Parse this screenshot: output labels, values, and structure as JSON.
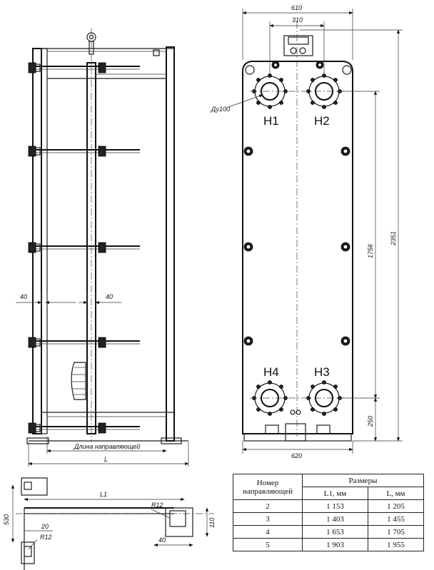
{
  "front_view": {
    "top_width": "610",
    "port_spacing": "310",
    "bottom_width": "620",
    "total_height": "2351",
    "port_vertical_spacing": "1756",
    "bottom_port_height": "250",
    "port_diameter": "Ду100",
    "ports": [
      "H1",
      "H2",
      "H3",
      "H4"
    ]
  },
  "side_view": {
    "guide_offset_left": "40",
    "guide_offset_right": "40",
    "guide_length_label": "Длина направляющей",
    "total_length_label": "L"
  },
  "guide_detail": {
    "length": "L1",
    "radius_right": "R12",
    "height_right": "110",
    "width_right": "40",
    "height_left": "530",
    "width_left": "20",
    "radius_left": "R12"
  },
  "table": {
    "col_number": "Номер направляющей",
    "col_sizes": "Размеры",
    "col_l1": "L1, мм",
    "col_l": "L, мм",
    "rows": [
      {
        "n": "2",
        "l1": "1 153",
        "l": "1 205"
      },
      {
        "n": "3",
        "l1": "1 403",
        "l": "1 455"
      },
      {
        "n": "4",
        "l1": "1 653",
        "l": "1 705"
      },
      {
        "n": "5",
        "l1": "1 903",
        "l": "1 955"
      }
    ]
  }
}
